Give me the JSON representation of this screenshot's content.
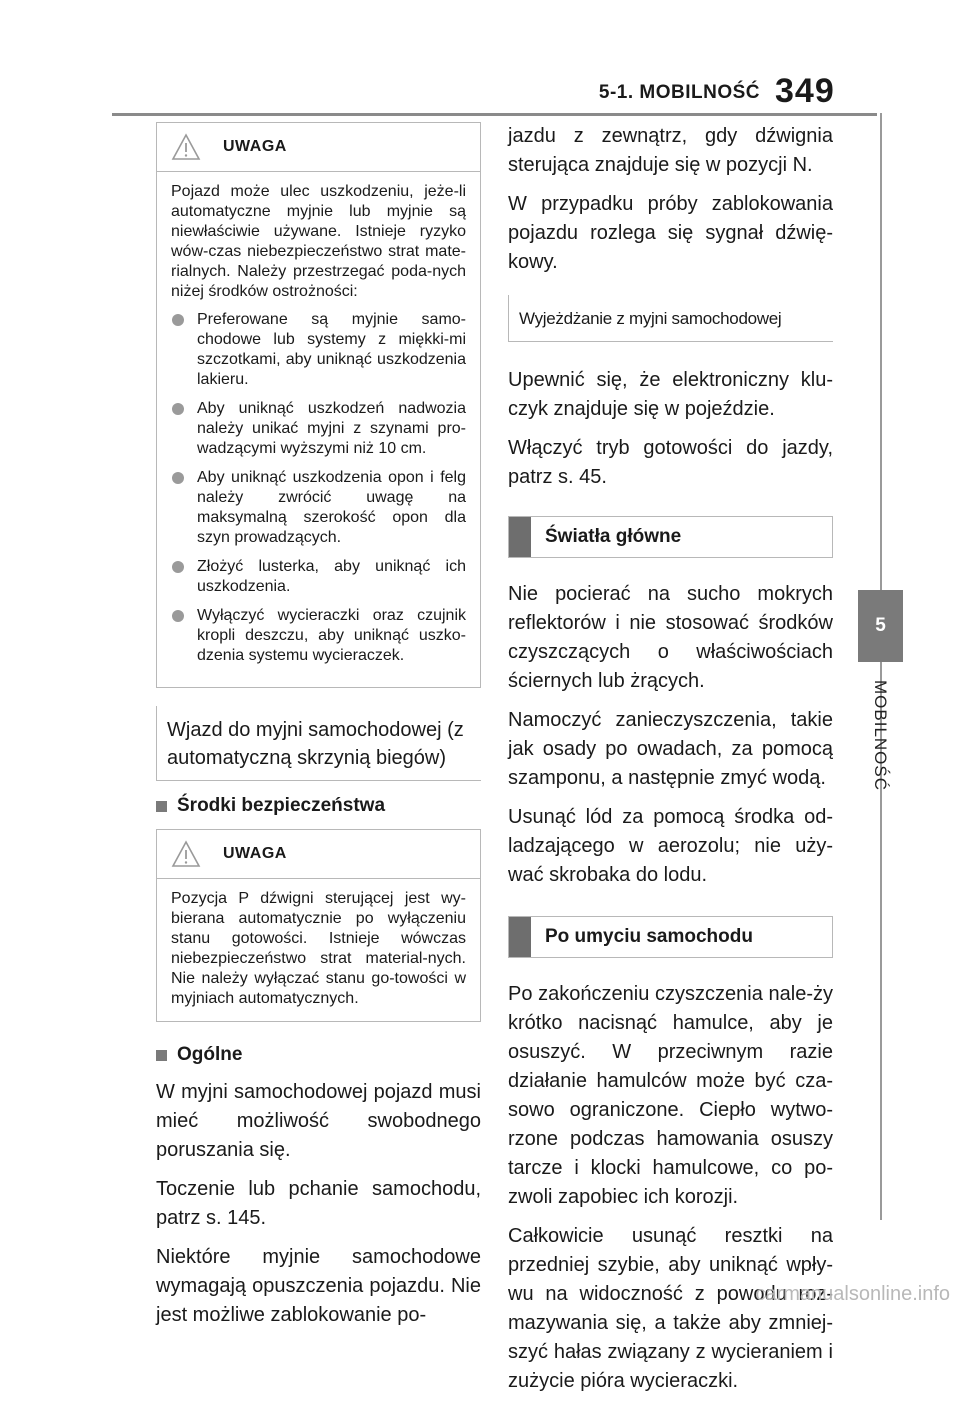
{
  "header": {
    "section": "5-1. MOBILNOŚĆ",
    "page_number": "349"
  },
  "side": {
    "tab_number": "5",
    "tab_label": "MOBILNOŚĆ"
  },
  "left": {
    "warning1": {
      "title": "UWAGA",
      "intro": "Pojazd może ulec uszkodzeniu, jeże-li automatyczne myjnie lub myjnie są niewłaściwie używane. Istnieje ryzyko wów-czas niebezpieczeństwo strat mate-rialnych. Należy przestrzegać poda-nych niżej środków ostrożności:",
      "items": [
        "Preferowane są myjnie samo-chodowe lub systemy z miękki-mi szczotkami, aby uniknąć uszkodzenia lakieru.",
        "Aby uniknąć uszkodzeń nadwozia należy unikać myjni z szynami pro-wadzącymi wyższymi niż 10 cm.",
        "Aby uniknąć uszkodzenia opon i felg należy zwrócić uwagę na maksymalną szerokość opon dla szyn prowadzących.",
        "Złożyć lusterka, aby uniknąć ich uszkodzenia.",
        "Wyłączyć wycieraczki oraz czujnik kropli deszczu, aby uniknąć uszko-dzenia systemu wycieraczek."
      ]
    },
    "subheading": "Wjazd do myjni samochodowej (z automatyczną skrzynią biegów)",
    "safety_heading": "Środki bezpieczeństwa",
    "warning2": {
      "title": "UWAGA",
      "text": "Pozycja P dźwigni sterującej jest wy-bierana automatycznie po wyłączeniu stanu gotowości. Istnieje wówczas niebezpieczeństwo strat material-nych. Nie należy wyłączać stanu go-towości w myjniach automatycznych."
    },
    "general_heading": "Ogólne",
    "paragraphs": [
      "W myjni samochodowej pojazd musi mieć możliwość swobodnego poruszania się.",
      "Toczenie lub pchanie samochodu, patrz s. 145.",
      "Niektóre myjnie samochodowe wymagają opuszczenia pojazdu. Nie jest możliwe zablokowanie po-"
    ]
  },
  "right": {
    "paragraphs_top": [
      "jazdu z zewnątrz, gdy dźwignia sterująca znajduje się w pozycji N.",
      "W przypadku próby zablokowania pojazdu rozlega się sygnał dźwię-kowy."
    ],
    "exit_heading": "Wyjeżdżanie z myjni samochodowej",
    "paragraphs_exit": [
      "Upewnić się, że elektroniczny klu-czyk znajduje się w pojeździe.",
      "Włączyć tryb gotowości do jazdy, patrz s. 45."
    ],
    "headlights_heading": "Światła główne",
    "paragraphs_headlights": [
      "Nie pocierać na sucho mokrych reflektorów i nie stosować środków czyszczących o właściwościach ściernych lub żrących.",
      "Namoczyć zanieczyszczenia, takie jak osady po owadach, za pomocą szamponu, a następnie zmyć wodą.",
      "Usunąć lód za pomocą środka od-ladzającego w aerozolu; nie uży-wać skrobaka do lodu."
    ],
    "after_wash_heading": "Po umyciu samochodu",
    "paragraphs_after": [
      "Po zakończeniu czyszczenia nale-ży krótko nacisnąć hamulce, aby je osuszyć. W przeciwnym razie działanie hamulców może być cza-sowo ograniczone. Ciepło wytwo-rzone podczas hamowania osuszy tarcze i klocki hamulcowe, co po-zwoli zapobiec ich korozji.",
      "Całkowicie usunąć resztki na przedniej szybie, aby uniknąć wpły-wu na widoczność z powodu roz-mazywania się, a także aby zmniej-szyć hałas związany z wycieraniem i zużycie pióra wycieraczki."
    ]
  },
  "footer": {
    "watermark": "carmanualsonline.info"
  },
  "icons": {
    "warning": "warning-triangle-icon"
  },
  "colors": {
    "tab": "#7a7a7a",
    "section_bar": "#6e6e6e",
    "bullet": "#9a9a9a"
  }
}
